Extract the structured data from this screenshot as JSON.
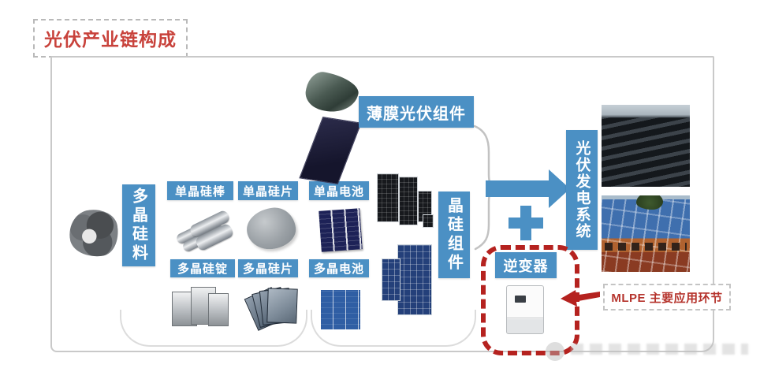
{
  "title": "光伏产业链构成",
  "chain": {
    "poly_si_material": "多晶硅料",
    "mono_rod": "单晶硅棒",
    "mono_wafer": "单晶硅片",
    "mono_cell": "单晶电池",
    "poly_ingot": "多晶硅锭",
    "poly_wafer": "多晶硅片",
    "poly_cell": "多晶电池",
    "thin_film_module": "薄膜光伏组件",
    "crystalline_module": "晶硅组件",
    "pv_system": "光伏发电系统",
    "inverter": "逆变器"
  },
  "annotation": {
    "mlpe": "MLPE 主要应用环节"
  },
  "colors": {
    "box_blue": "#4b90c4",
    "accent_red": "#b5221f",
    "title_red": "#c8423b",
    "frame_gray": "#c9c9c9"
  }
}
